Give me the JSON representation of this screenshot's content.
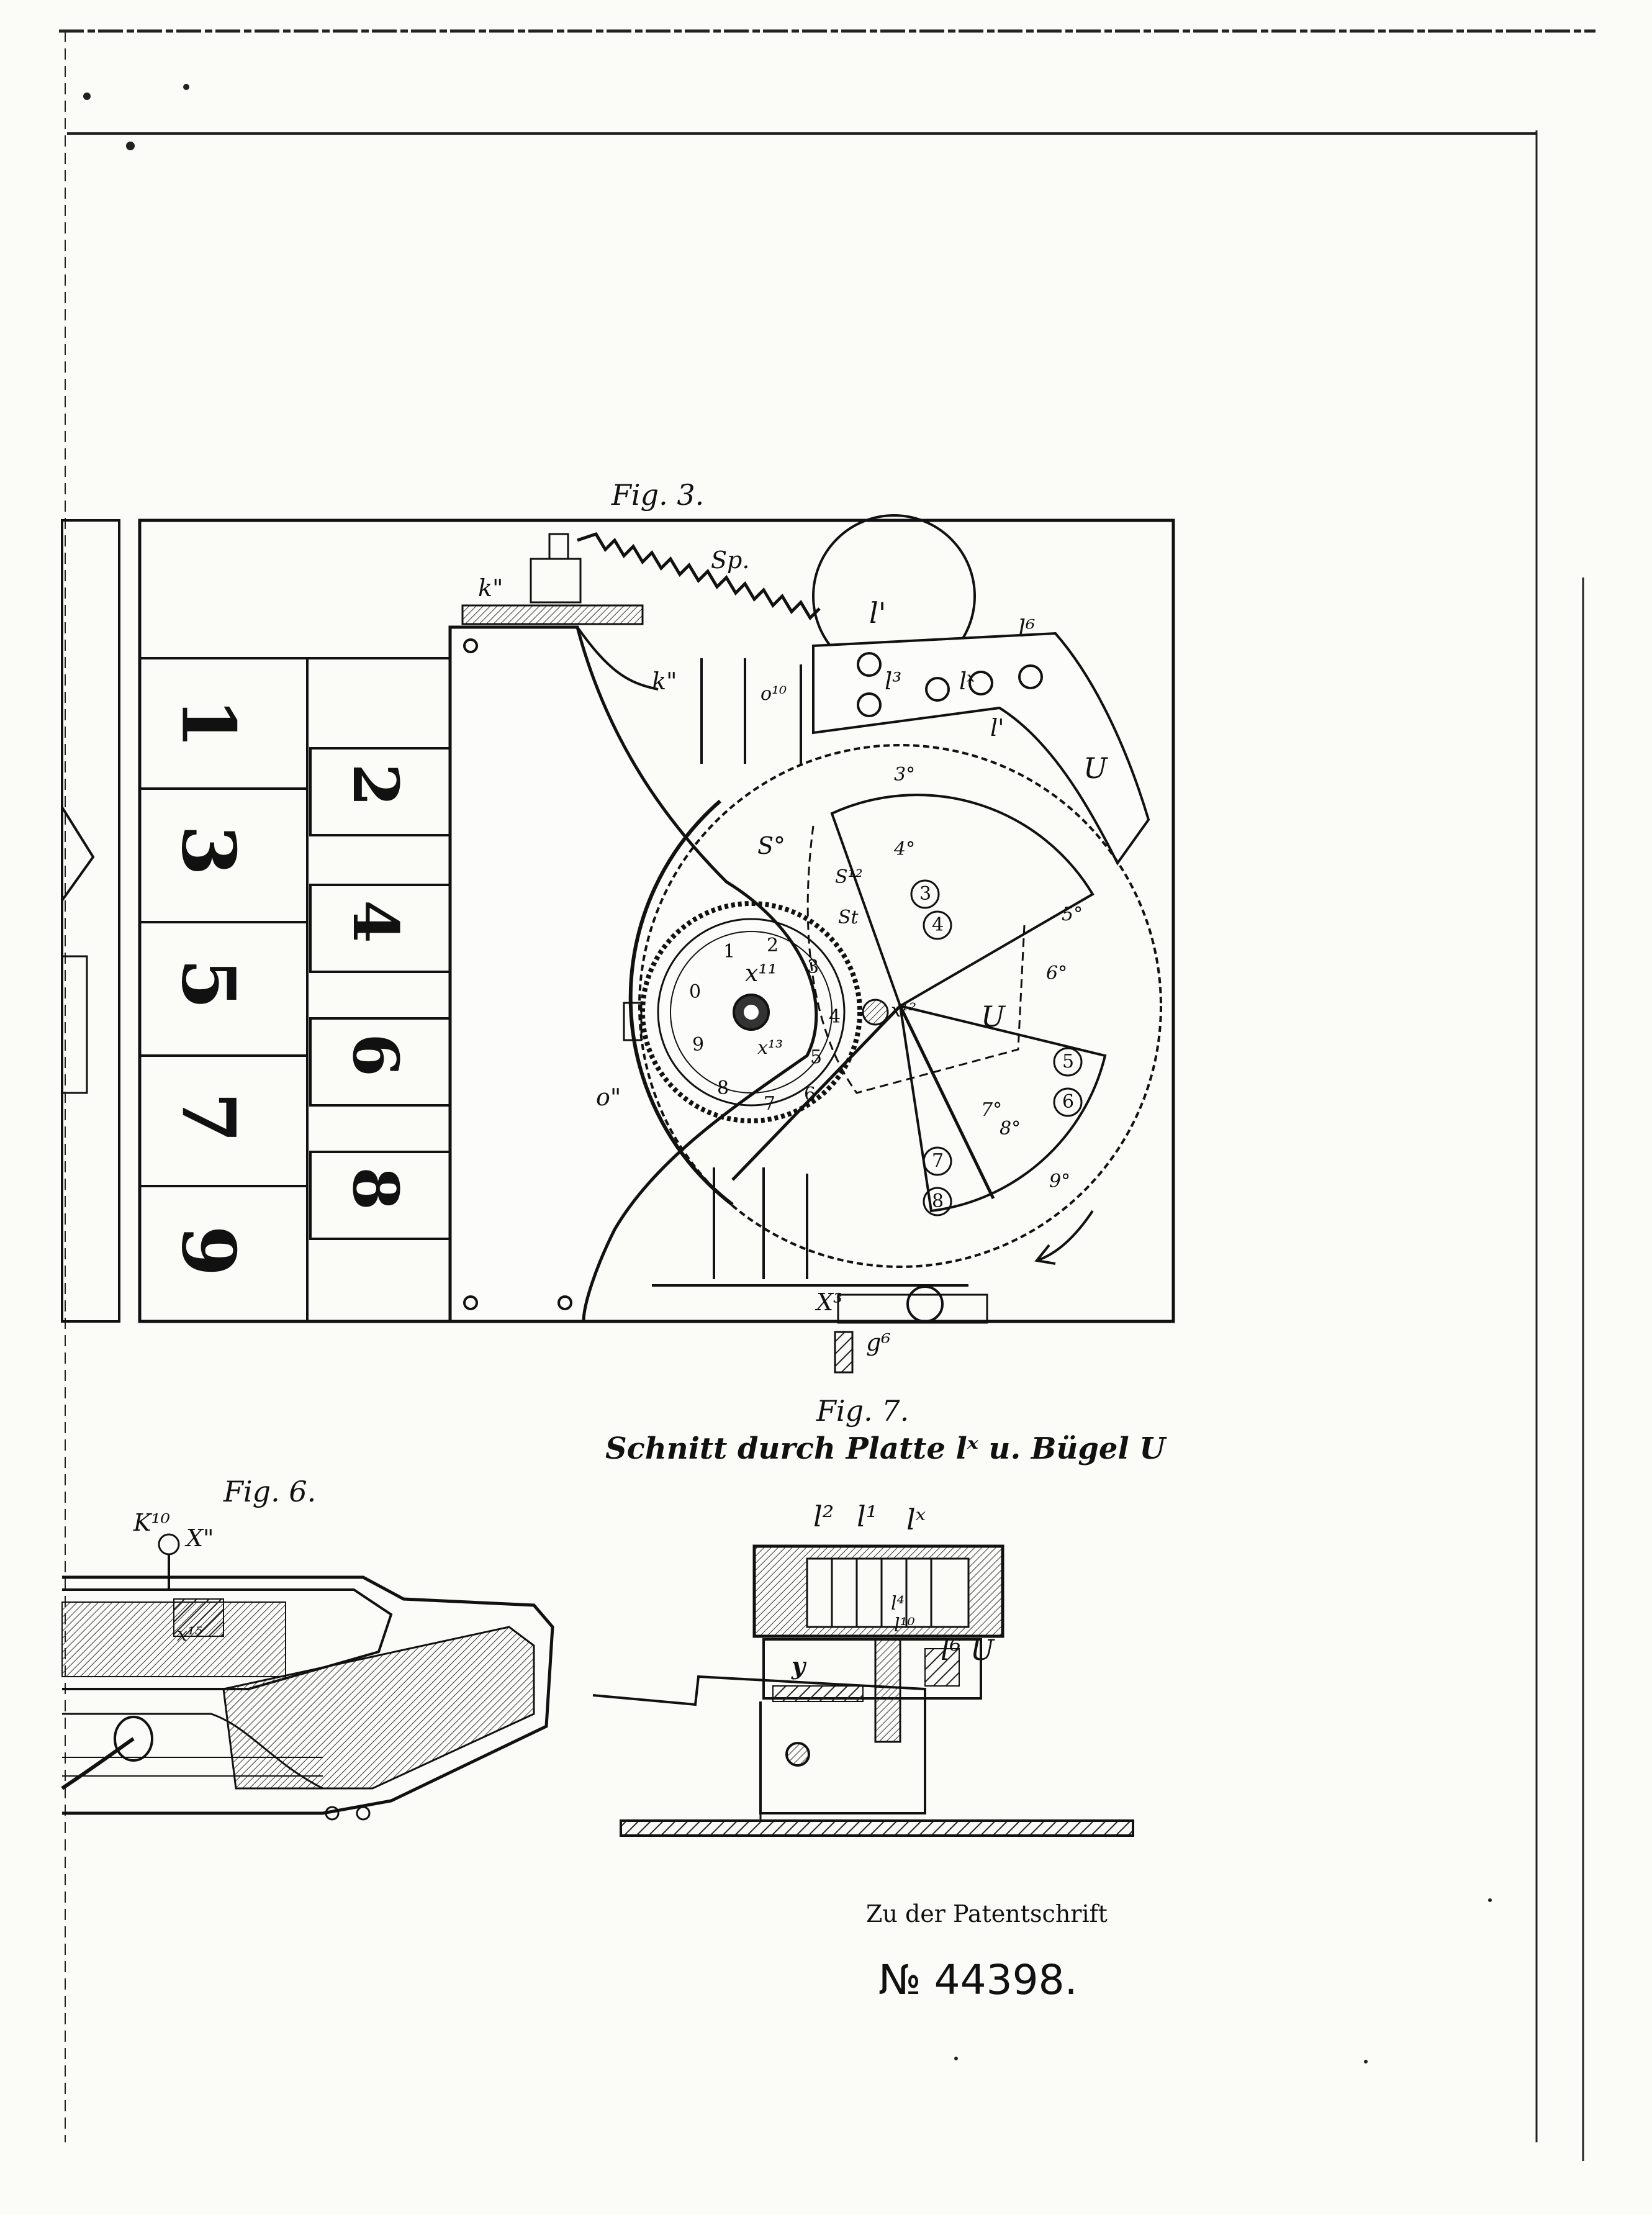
{
  "figures": {
    "fig3": {
      "title": "Fig. 3.",
      "digit_window_numbers": [
        "1",
        "2",
        "3",
        "4",
        "5",
        "6",
        "7",
        "8",
        "9"
      ],
      "wheel_numbers": [
        "0",
        "1",
        "2",
        "3",
        "4",
        "5",
        "6",
        "7",
        "8",
        "9"
      ],
      "disc_numbers": [
        "3",
        "4",
        "5",
        "6",
        "7",
        "8"
      ],
      "labels": {
        "k2_top": "k\"",
        "k2_mid": "k\"",
        "spring": "Sp.",
        "l_top": "l'",
        "l6": "l⁶",
        "l3": "l³",
        "lx": "lˣ",
        "l1": "l'",
        "u_top": "U",
        "u_mid": "U",
        "o10": "o¹⁰",
        "s_circle": "S°",
        "s12": "S¹²",
        "st": "St",
        "x11": "x¹¹",
        "x12": "x¹²",
        "x13": "x¹³",
        "o2": "o\"",
        "x3": "X³",
        "g6": "g⁶",
        "p3": "3°",
        "p4": "4°",
        "p5": "5°",
        "p6": "6°",
        "p7": "7°",
        "p8": "8°",
        "p9": "9°"
      }
    },
    "fig6": {
      "title": "Fig. 6.",
      "labels": {
        "k10": "K¹⁰",
        "x2": "X\"",
        "x15": "x¹⁵"
      }
    },
    "fig7": {
      "title": "Fig. 7.",
      "subtitle": "Schnitt durch Platte lˣ u. Bügel U",
      "labels": {
        "l2": "l²",
        "l1": "l¹",
        "lx": "lˣ",
        "l4": "l⁴",
        "l10": "l¹⁰",
        "l6u": "l⁶ U",
        "y": "y"
      }
    }
  },
  "footer": {
    "caption": "Zu der Patentschrift",
    "number": "№ 44398."
  }
}
